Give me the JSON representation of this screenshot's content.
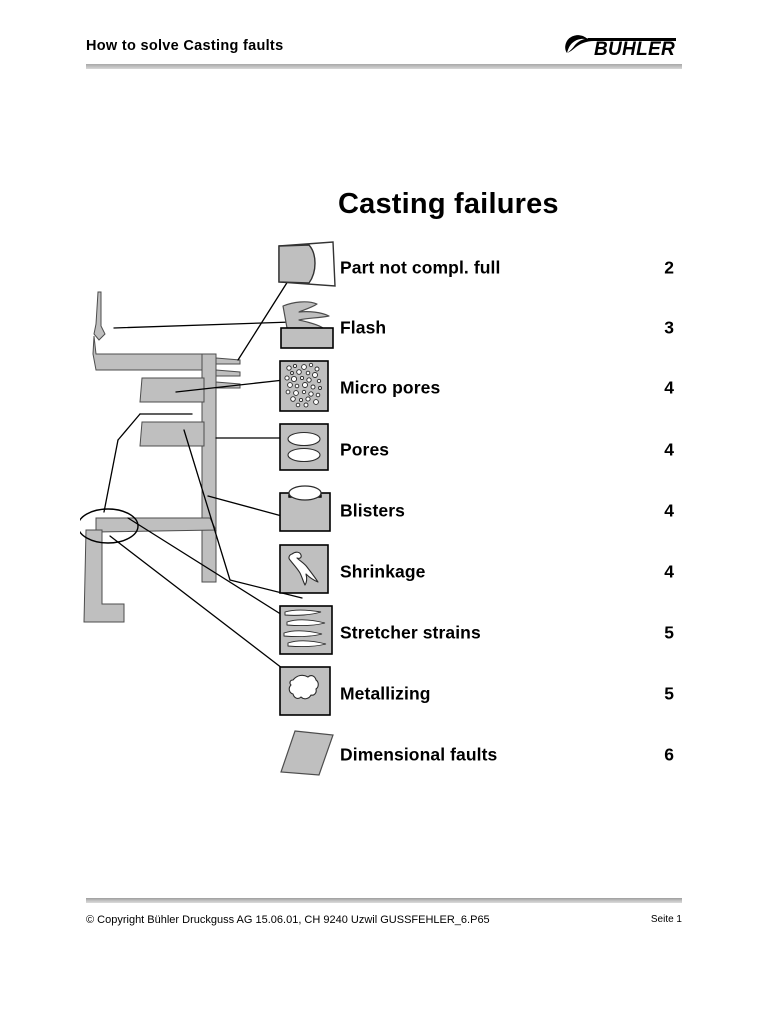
{
  "header": {
    "title": "How to solve Casting faults",
    "logo_text": "BÜHLER",
    "logo_name": "buhler-logo"
  },
  "main": {
    "title": "Casting failures",
    "toc": [
      {
        "icon": "part-not-completely-full-icon",
        "label": "Part not compl. full",
        "page": "2"
      },
      {
        "icon": "flash-icon",
        "label": "Flash",
        "page": "3"
      },
      {
        "icon": "micro-pores-icon",
        "label": "Micro pores",
        "page": "4"
      },
      {
        "icon": "pores-icon",
        "label": "Pores",
        "page": "4"
      },
      {
        "icon": "blisters-icon",
        "label": "Blisters",
        "page": "4"
      },
      {
        "icon": "shrinkage-icon",
        "label": "Shrinkage",
        "page": "4"
      },
      {
        "icon": "stretcher-strains-icon",
        "label": "Stretcher strains",
        "page": "5"
      },
      {
        "icon": "metallizing-icon",
        "label": "Metallizing",
        "page": "5"
      },
      {
        "icon": "dimensional-faults-icon",
        "label": "Dimensional faults",
        "page": "6"
      }
    ]
  },
  "diagram": {
    "name": "casting-cross-section-diagram",
    "description": "Cross section of a die casting with leader lines pointing to each fault type"
  },
  "footer": {
    "copyright": "© Copyright Bühler Druckguss AG 15.06.01, CH 9240 Uzwil   GUSSFEHLER_6.P65",
    "page_label": "Seite 1"
  },
  "colors": {
    "icon_fill": "#bfbfbf",
    "icon_border": "#000000",
    "rule_gray": "#bdbdbd",
    "text": "#000000"
  }
}
